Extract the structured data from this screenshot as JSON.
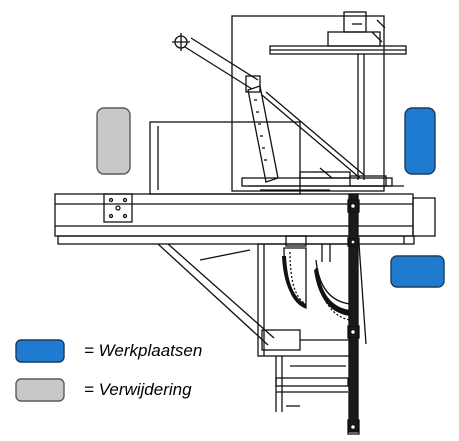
{
  "legend": {
    "items": [
      {
        "label": "= Werkplaatsen",
        "color": "#1e7bd0",
        "stroke": "#1a3c60"
      },
      {
        "label": "= Verwijdering",
        "color": "#c8c8c8",
        "stroke": "#5a5a5a"
      }
    ]
  },
  "colors": {
    "background": "#ffffff",
    "line": "#111111",
    "workstation_fill": "#1e7bd0",
    "workstation_stroke": "#1a3c60",
    "removal_fill": "#c8c8c8",
    "removal_stroke": "#5a5a5a"
  },
  "markers": {
    "workstations": 2,
    "removal_zones": 1
  }
}
